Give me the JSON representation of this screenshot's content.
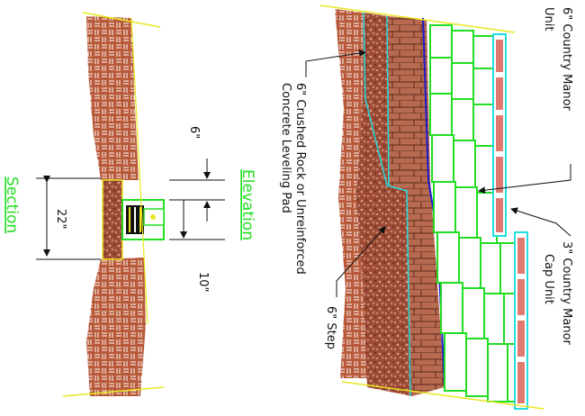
{
  "drawing": {
    "titles": {
      "section": "Section",
      "elevation": "Elevation"
    },
    "dimensions": {
      "overall": "22\"",
      "top": "6\"",
      "bottom": "10\""
    },
    "callouts": {
      "crushed_rock_line1": "6\" Crushed Rock or Unreinforced",
      "crushed_rock_line2": "Concrete Leveling Pad",
      "step": "6\" Step",
      "unit_line1": "6\" Country Manor",
      "unit_line2": "Unit",
      "cap_line1": "3\" Country Manor",
      "cap_line2": "Cap Unit"
    },
    "colors": {
      "soil": "#b85a3a",
      "soil_pattern": "#ffffff",
      "block_outline": "#22dd22",
      "cap_outline": "#22dddd",
      "cap_fill": "#e07a70",
      "gravel": "#9c4a34",
      "grade_line": "#e8e820",
      "title_green": "#22dd22",
      "blue_line": "#1a1acc",
      "dim_line": "#111111"
    },
    "icons": {
      "leader_arrow": "arrow-icon"
    }
  }
}
